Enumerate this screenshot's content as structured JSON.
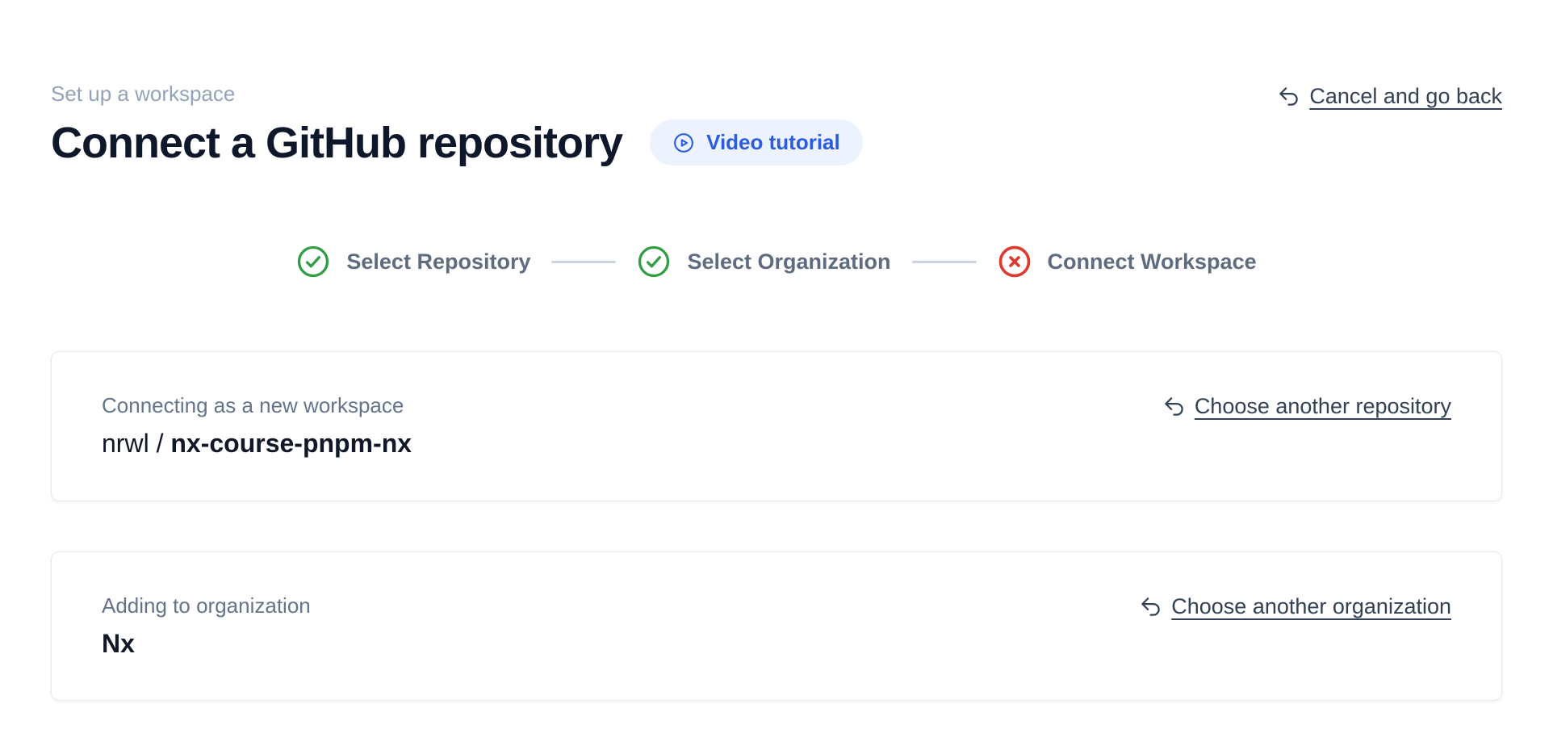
{
  "page": {
    "eyebrow": "Set up a workspace",
    "title": "Connect a GitHub repository",
    "background_color": "#ffffff"
  },
  "header": {
    "video_tutorial": {
      "label": "Video tutorial",
      "icon": "play-circle-icon",
      "text_color": "#2b5ce0",
      "bg_color": "#edf3fe"
    },
    "cancel": {
      "label": "Cancel and go back",
      "icon": "undo-arrow-icon",
      "color": "#334155"
    }
  },
  "stepper": {
    "connector_color": "#cbd5e1",
    "label_color": "#5f6c80",
    "steps": [
      {
        "label": "Select Repository",
        "state": "complete",
        "icon": "check-circle-icon",
        "color": "#2f9e44"
      },
      {
        "label": "Select Organization",
        "state": "complete",
        "icon": "check-circle-icon",
        "color": "#2f9e44"
      },
      {
        "label": "Connect Workspace",
        "state": "error",
        "icon": "x-circle-icon",
        "color": "#dc3b2d"
      }
    ]
  },
  "cards": [
    {
      "label": "Connecting as a new workspace",
      "value_prefix": "nrwl / ",
      "value_name": "nx-course-pnpm-nx",
      "action_label": "Choose another repository",
      "action_icon": "undo-arrow-icon"
    },
    {
      "label": "Adding to organization",
      "value_prefix": "",
      "value_name": "Nx",
      "action_label": "Choose another organization",
      "action_icon": "undo-arrow-icon"
    }
  ]
}
